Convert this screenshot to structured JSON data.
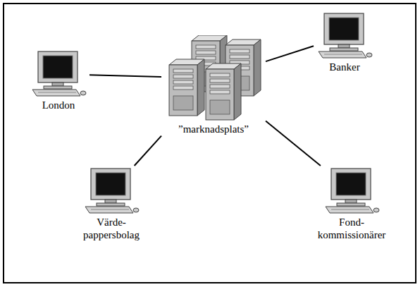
{
  "diagram": {
    "nodes": [
      {
        "text": [
          "London"
        ]
      },
      {
        "text": [
          "Banker"
        ]
      },
      {
        "text": [
          "”marknadsplats”"
        ]
      },
      {
        "text": [
          "Värde- pappersbolag"
        ]
      },
      {
        "text": [
          "Fond- kommissionärer"
        ]
      }
    ],
    "edges": [
      {
        "from": 2,
        "to": 0,
        "arrow": "none"
      },
      {
        "from": 2,
        "to": 1,
        "arrow": "none"
      },
      {
        "from": 2,
        "to": 3,
        "arrow": "none"
      },
      {
        "from": 2,
        "to": 4,
        "arrow": "none"
      }
    ]
  }
}
